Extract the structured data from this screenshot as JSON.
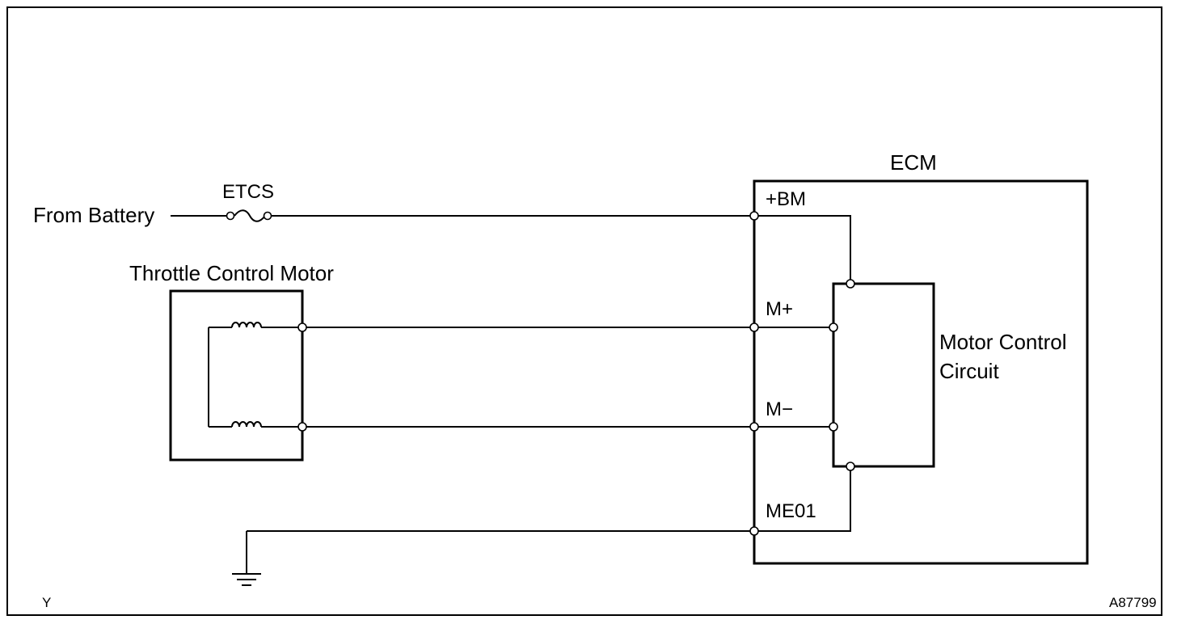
{
  "labels": {
    "source": "From Battery",
    "fuse": "ETCS",
    "motor": "Throttle Control Motor",
    "ecm": "ECM",
    "pin_bm": "+BM",
    "pin_mplus": "M+",
    "pin_mminus": "M−",
    "pin_me01": "ME01",
    "circuit_line1": "Motor Control",
    "circuit_line2": "Circuit",
    "corner_left": "Y",
    "corner_right": "A87799"
  }
}
